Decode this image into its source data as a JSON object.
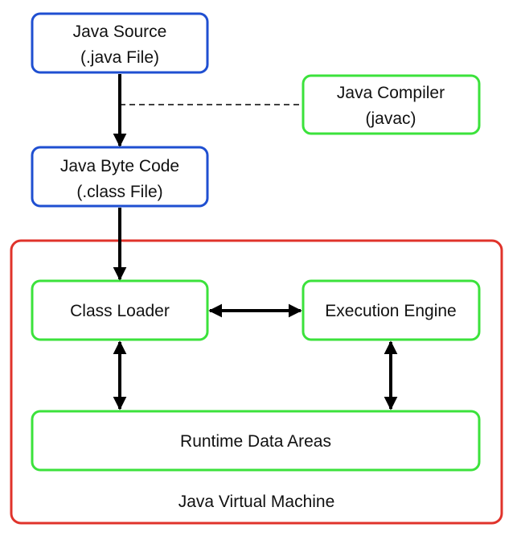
{
  "colors": {
    "source_border": "#1f4fd1",
    "tool_border": "#3be23b",
    "jvm_border": "#e0332b",
    "arrow": "#000000",
    "text": "#111111"
  },
  "nodes": {
    "java_source": {
      "line1": "Java Source",
      "line2": "(.java File)"
    },
    "java_compiler": {
      "line1": "Java Compiler",
      "line2": "(javac)"
    },
    "java_byte_code": {
      "line1": "Java Byte Code",
      "line2": "(.class File)"
    },
    "class_loader": {
      "label": "Class Loader"
    },
    "execution_engine": {
      "label": "Execution Engine"
    },
    "runtime_data_areas": {
      "label": "Runtime Data Areas"
    }
  },
  "jvm": {
    "label": "Java Virtual Machine"
  }
}
